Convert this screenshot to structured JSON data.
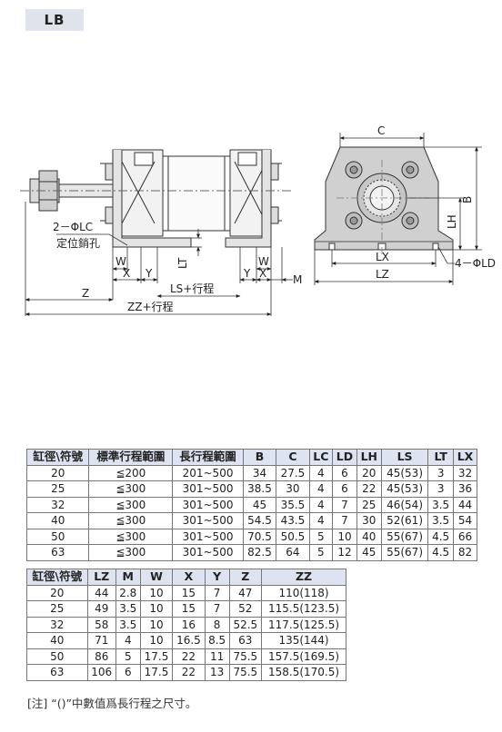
{
  "section_tag": "LB",
  "labels": {
    "pin": "2－ΦLC",
    "pin_sub": "定位銷孔",
    "W": "W",
    "X": "X",
    "Y": "Y",
    "LT": "LT",
    "M": "M",
    "Z": "Z",
    "LS": "LS+行程",
    "ZZ": "ZZ+行程",
    "C": "C",
    "B": "B",
    "LH": "LH",
    "LX": "LX",
    "LZ": "LZ",
    "LD": "4－ΦLD"
  },
  "table1": {
    "headers": [
      "缸徑\\符號",
      "標準行程範圍",
      "長行程範圍",
      "B",
      "C",
      "LC",
      "LD",
      "LH",
      "LS",
      "LT",
      "LX"
    ],
    "rows": [
      [
        "20",
        "≦200",
        "201~500",
        "34",
        "27.5",
        "4",
        "6",
        "20",
        "45(53)",
        "3",
        "32"
      ],
      [
        "25",
        "≦300",
        "301~500",
        "38.5",
        "30",
        "4",
        "6",
        "22",
        "45(53)",
        "3",
        "36"
      ],
      [
        "32",
        "≦300",
        "301~500",
        "45",
        "35.5",
        "4",
        "7",
        "25",
        "46(54)",
        "3.5",
        "44"
      ],
      [
        "40",
        "≦300",
        "301~500",
        "54.5",
        "43.5",
        "4",
        "7",
        "30",
        "52(61)",
        "3.5",
        "54"
      ],
      [
        "50",
        "≦300",
        "301~500",
        "70.5",
        "50.5",
        "5",
        "10",
        "40",
        "55(67)",
        "4.5",
        "66"
      ],
      [
        "63",
        "≦300",
        "301~500",
        "82.5",
        "64",
        "5",
        "12",
        "45",
        "55(67)",
        "4.5",
        "82"
      ]
    ]
  },
  "table2": {
    "headers": [
      "缸徑\\符號",
      "LZ",
      "M",
      "W",
      "X",
      "Y",
      "Z",
      "ZZ"
    ],
    "rows": [
      [
        "20",
        "44",
        "2.8",
        "10",
        "15",
        "7",
        "47",
        "110(118)"
      ],
      [
        "25",
        "49",
        "3.5",
        "10",
        "15",
        "7",
        "52",
        "115.5(123.5)"
      ],
      [
        "32",
        "58",
        "3.5",
        "10",
        "16",
        "8",
        "52.5",
        "117.5(125.5)"
      ],
      [
        "40",
        "71",
        "4",
        "10",
        "16.5",
        "8.5",
        "63",
        "135(144)"
      ],
      [
        "50",
        "86",
        "5",
        "17.5",
        "22",
        "11",
        "75.5",
        "157.5(169.5)"
      ],
      [
        "63",
        "106",
        "6",
        "17.5",
        "22",
        "13",
        "75.5",
        "158.5(170.5)"
      ]
    ]
  },
  "note": "[注] “()”中數值爲長行程之尺寸。"
}
